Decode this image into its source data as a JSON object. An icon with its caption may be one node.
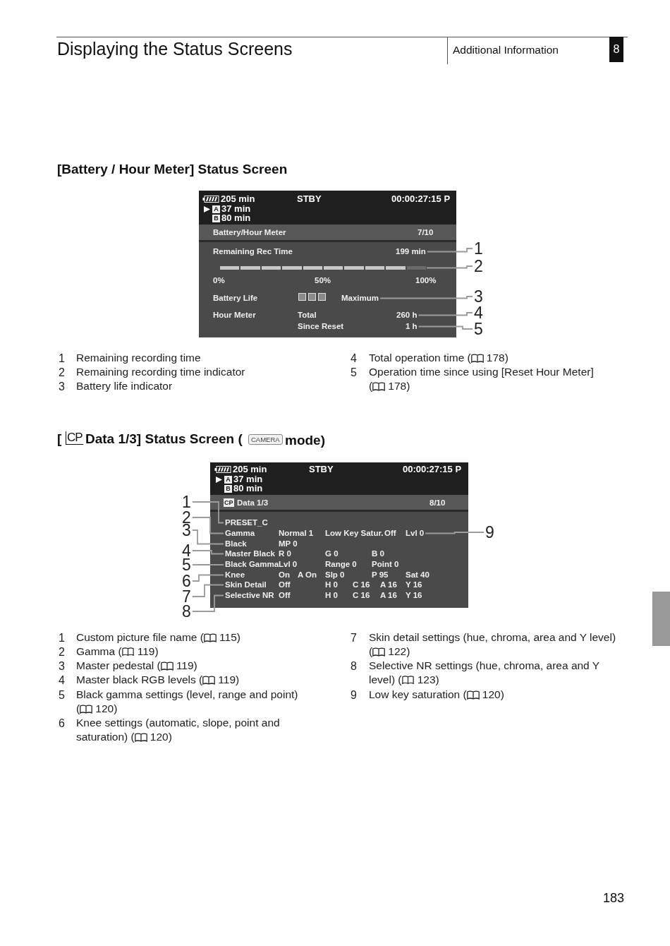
{
  "diagram": {
    "title": "Displaying the Status Screens",
    "nodes": [
      {
        "text": [
          "1"
        ]
      },
      {
        "text": [
          "2"
        ]
      },
      {
        "text": [
          "3"
        ]
      },
      {
        "text": [
          "4"
        ]
      },
      {
        "text": [
          "5"
        ]
      },
      {
        "text": [
          "199 min"
        ]
      },
      {
        "text": [],
        "shape": "bar"
      },
      {
        "text": [
          "Maximum"
        ]
      },
      {
        "text": [
          "260 h"
        ]
      },
      {
        "text": [
          "1 h"
        ]
      },
      {
        "text": [
          "1"
        ]
      },
      {
        "text": [
          "2"
        ]
      },
      {
        "text": [
          "3"
        ]
      },
      {
        "text": [
          "4"
        ]
      },
      {
        "text": [
          "5"
        ]
      },
      {
        "text": [
          "6"
        ]
      },
      {
        "text": [
          "7"
        ]
      },
      {
        "text": [
          "8"
        ]
      },
      {
        "text": [
          "9"
        ]
      },
      {
        "text": [
          "PRESET_C"
        ]
      },
      {
        "text": [
          "Gamma"
        ]
      },
      {
        "text": [
          "Black"
        ]
      },
      {
        "text": [
          "Master Black"
        ]
      },
      {
        "text": [
          "Black Gamma"
        ]
      },
      {
        "text": [
          "Knee"
        ]
      },
      {
        "text": [
          "Skin Detail"
        ]
      },
      {
        "text": [
          "Selective NR"
        ]
      },
      {
        "text": [
          "Lvl 0"
        ]
      },
      {
        "text": [],
        "shape": "box"
      }
    ],
    "edges": [
      {
        "from": 0,
        "to": 5,
        "arrow": "none"
      },
      {
        "from": 1,
        "to": 6,
        "arrow": "none"
      },
      {
        "from": 2,
        "to": 7,
        "arrow": "none"
      },
      {
        "from": 3,
        "to": 8,
        "arrow": "none"
      },
      {
        "from": 4,
        "to": 9,
        "arrow": "none"
      },
      {
        "from": 10,
        "to": 19,
        "arrow": "none"
      },
      {
        "from": 11,
        "to": 20,
        "arrow": "none"
      },
      {
        "from": 12,
        "to": 21,
        "arrow": "none"
      },
      {
        "from": 13,
        "to": 22,
        "arrow": "none"
      },
      {
        "from": 14,
        "to": 23,
        "arrow": "none"
      },
      {
        "from": 15,
        "to": 24,
        "arrow": "none"
      },
      {
        "from": 16,
        "to": 25,
        "arrow": "none"
      },
      {
        "from": 17,
        "to": 26,
        "arrow": "none"
      },
      {
        "from": 18,
        "to": 27,
        "arrow": "none"
      }
    ],
    "labels": [
      "Additional Information",
      "8",
      "[Battery / Hour Meter] Status Screen",
      "205 min",
      "STBY",
      "00:00:27:15 P",
      "A",
      "37 min",
      "B",
      "80 min",
      "Battery/Hour Meter",
      "7/10",
      "Remaining Rec Time",
      "0%",
      "50%",
      "100%",
      "Battery Life",
      "Hour Meter",
      "Total",
      "Since Reset",
      "1",
      "Remaining recording time",
      "2",
      "Remaining recording time indicator",
      "3",
      "Battery life indicator",
      "4",
      "Total operation time (📖 178)",
      "5",
      "Operation time since using [Reset Hour Meter] (📖 178)",
      "[",
      "CP",
      "Data 1/3] Status Screen (",
      "CAMERA",
      "mode)",
      "205 min",
      "STBY",
      "00:00:27:15 P",
      "A",
      "37 min",
      "B",
      "80 min",
      "CP",
      "Data 1/3",
      "8/10",
      "Normal 1",
      "Low Key Satur.",
      "Off",
      "MP 0",
      "R 0",
      "G 0",
      "B 0",
      "Lvl 0",
      "Range 0",
      "Point 0",
      "On",
      "A On",
      "Slp 0",
      "P 95",
      "Sat 40",
      "Off",
      "H 0",
      "C 16",
      "A 16",
      "Y 16",
      "Off",
      "H 0",
      "C 16",
      "A 16",
      "Y 16",
      "1",
      "Custom picture file name (📖 115)",
      "2",
      "Gamma (📖 119)",
      "3",
      "Master pedestal (📖 119)",
      "4",
      "Master black RGB levels (📖 119)",
      "5",
      "Black gamma settings (level, range and point) (📖 120)",
      "6",
      "Knee settings (automatic, slope, point and saturation) (📖 120)",
      "7",
      "Skin detail settings (hue, chroma, area and Y level) (📖 122)",
      "8",
      "Selective NR settings (hue, chroma, area and Y level) (📖 123)",
      "9",
      "Low key saturation (📖 120)",
      "183"
    ]
  }
}
